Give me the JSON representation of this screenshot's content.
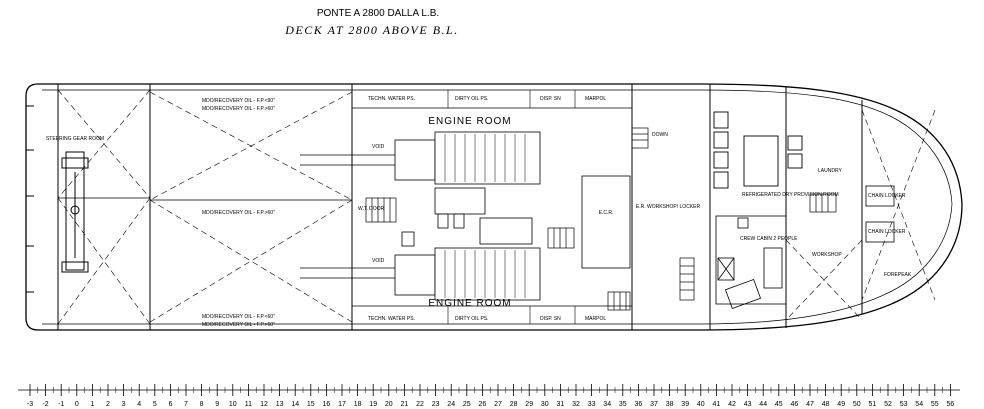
{
  "title": {
    "line1": "PONTE A 2800 DALLA L.B.",
    "line2": "DECK AT 2800 ABOVE B.L."
  },
  "rooms": {
    "steering": "STEERING GEAR ROOM",
    "engine_top": "ENGINE ROOM",
    "engine_bottom": "ENGINE ROOM",
    "refrigerated": "REFRIGERATED DRY PROVISION ROOM",
    "laundry": "LAUNDRY",
    "chain_locker_1": "CHAIN LOCKER",
    "chain_locker_2": "CHAIN LOCKER",
    "workshop": "WORKSHOP",
    "forepeak": "FOREPEAK",
    "er_workshop": "E.R. WORKSHOP/ LOCKER",
    "ecr": "E.C.R.",
    "crew_cabin": "CREW CABIN 2 PEOPLE",
    "down": "DOWN"
  },
  "tanks": {
    "mdo_1": "MDO/RECOVERY OIL - F.P.<90\"",
    "mdo_2": "MDO/RECOVERY OIL - F.P.>60\"",
    "mdo_3": "MDO/RECOVERY OIL - F.P.>60\"",
    "mdo_4": "MDO/RECOVERY OIL - F.P.<60\"",
    "mdo_5": "MDO/RECOVERY OIL - F.P.>60\"",
    "techn_top": "TECHN. WATER PS.",
    "dirty_top": "DIRTY OIL PS.",
    "disp_top": "DISP. SN",
    "marpol_top": "MARPOL",
    "techn_bottom": "TECHN. WATER PS.",
    "dirty_bottom": "DIRTY OIL PS.",
    "disp_bottom": "DISP. SN",
    "marpol_bottom": "MARPOL",
    "void_top": "VOID",
    "void_bottom": "VOID",
    "wt_door": "W.T. DOOR"
  },
  "frame_labels": [
    "-3",
    "-2",
    "-1",
    "0",
    "1",
    "2",
    "3",
    "4",
    "5",
    "6",
    "7",
    "8",
    "9",
    "10",
    "11",
    "12",
    "13",
    "14",
    "15",
    "16",
    "17",
    "18",
    "19",
    "20",
    "21",
    "22",
    "23",
    "24",
    "25",
    "26",
    "27",
    "28",
    "29",
    "30",
    "31",
    "32",
    "33",
    "34",
    "35",
    "36",
    "37",
    "38",
    "39",
    "40",
    "41",
    "42",
    "43",
    "44",
    "45",
    "46",
    "47",
    "48",
    "49",
    "50",
    "51",
    "52",
    "53",
    "54",
    "55",
    "56"
  ]
}
